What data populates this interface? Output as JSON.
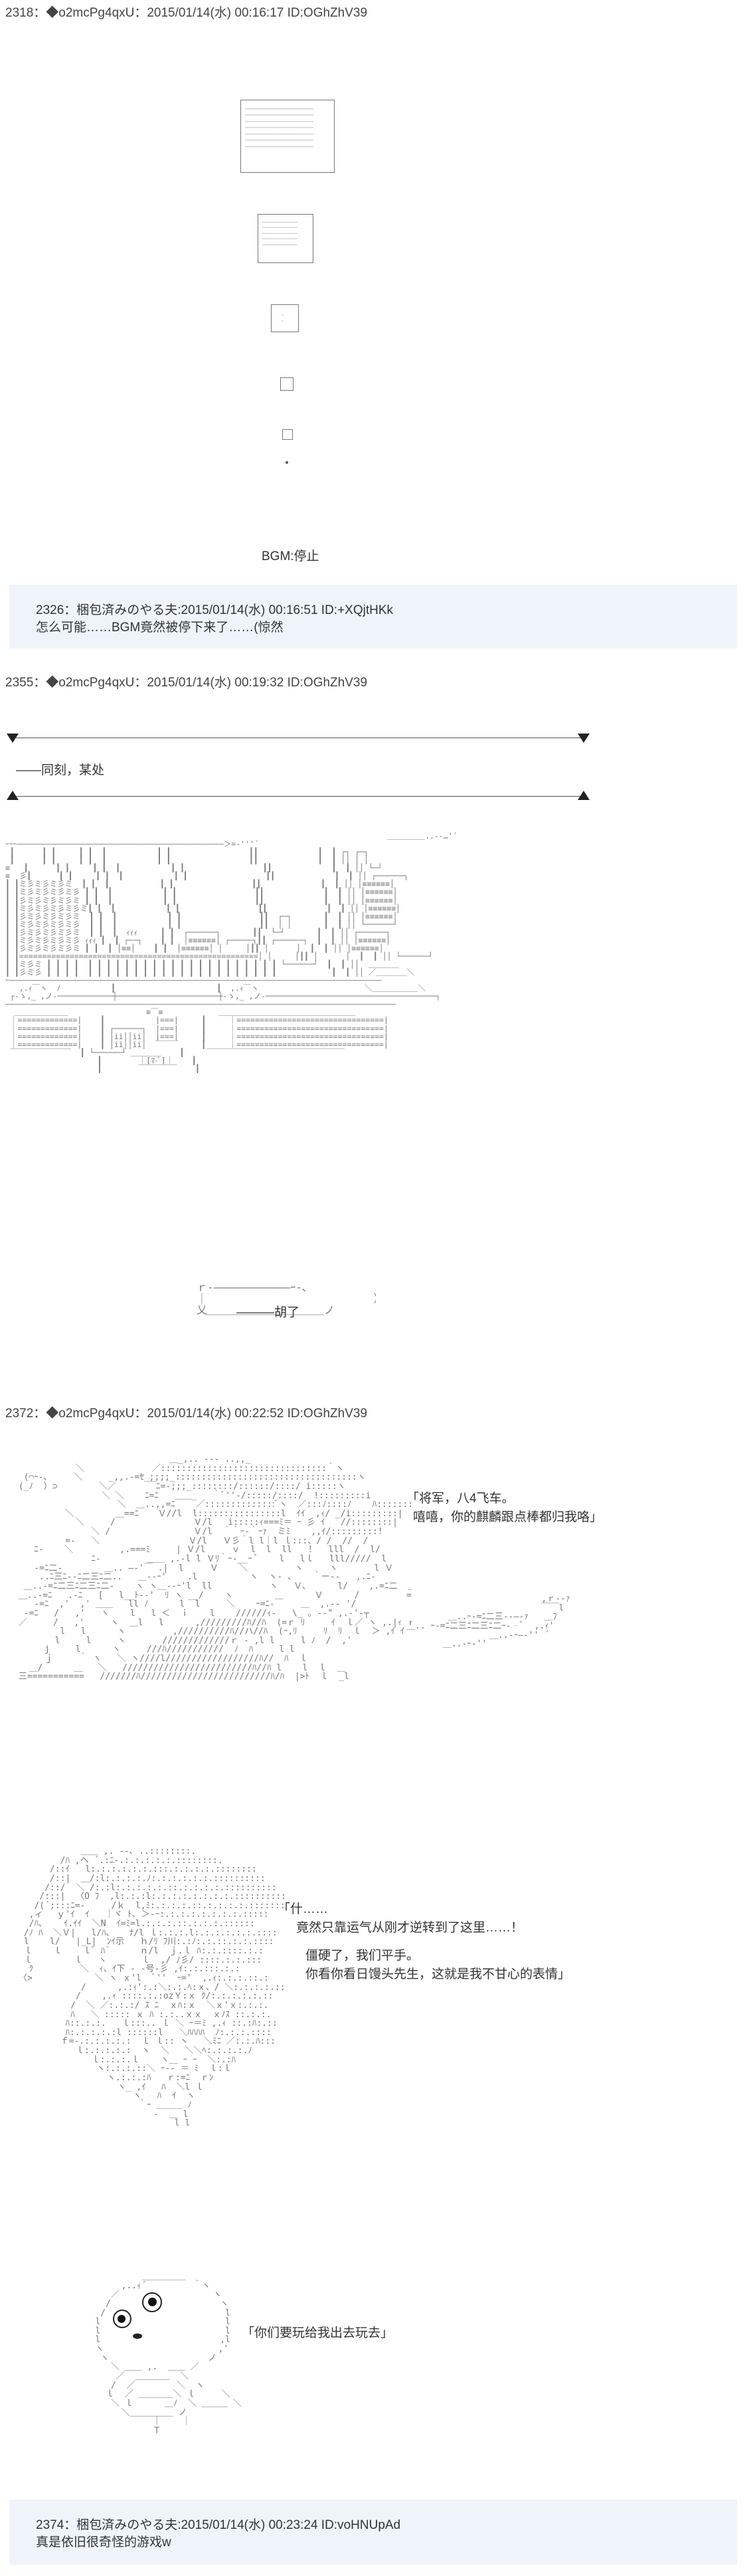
{
  "posts": [
    {
      "num": "2318",
      "sep": "：",
      "name": "◆o2mcPg4qxU",
      "date": "：2015/01/14(水) 00:16:17",
      "id": "ID:OGhZhV39"
    },
    {
      "num": "2355",
      "sep": "：",
      "name": "◆o2mcPg4qxU",
      "date": "：2015/01/14(水) 00:19:32",
      "id": "ID:OGhZhV39"
    },
    {
      "num": "2372",
      "sep": "：",
      "name": "◆o2mcPg4qxU",
      "date": "：2015/01/14(水) 00:22:52",
      "id": "ID:OGhZhV39"
    }
  ],
  "replies": [
    {
      "header": "2326：梱包済みのやる夫:2015/01/14(水) 00:16:51 ID:+XQjtHKk",
      "body": "怎么可能……BGM竟然被停下来了……(惊然"
    },
    {
      "header": "2374：梱包済みのやる夫:2015/01/14(水) 00:23:24 ID:voHNUpAd",
      "body": "真是依旧很奇怪的游戏w"
    }
  ],
  "bgm_text": "BGM:停止",
  "scene_text": "——同刻，某处",
  "murmur_text": "———胡了",
  "speech1": [
    "「将军，八4飞车。",
    "嘻嘻，你的麒麟跟点棒都归我咯」"
  ],
  "speech2": [
    "「什……",
    "竟然只靠运气从刚才逆转到了这里……！",
    "僵硬了，我们平手。",
    "你看你看日馒头先生，这就是我不甘心的表情」"
  ],
  "speech3": [
    "「你们要玩给我出去玩去」"
  ],
  "colors": {
    "reply_bg": "#eef4f9",
    "text": "#333333",
    "art": "#777777",
    "accent": "#3a8a7a"
  }
}
